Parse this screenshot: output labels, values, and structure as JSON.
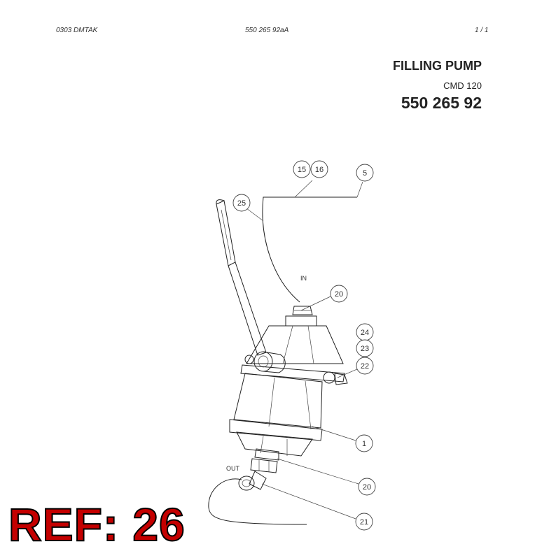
{
  "header": {
    "left": "0303 DMTAK",
    "center": "550 265 92aA",
    "page": "1 /   1"
  },
  "title_block": {
    "title": "FILLING PUMP",
    "model": "CMD 120",
    "part_number": "550 265 92"
  },
  "labels": {
    "in": "IN",
    "out": "OUT"
  },
  "callouts": [
    "15",
    "16",
    "5",
    "25",
    "20",
    "24",
    "23",
    "22",
    "1",
    "20",
    "21"
  ],
  "ref": "REF: 26"
}
